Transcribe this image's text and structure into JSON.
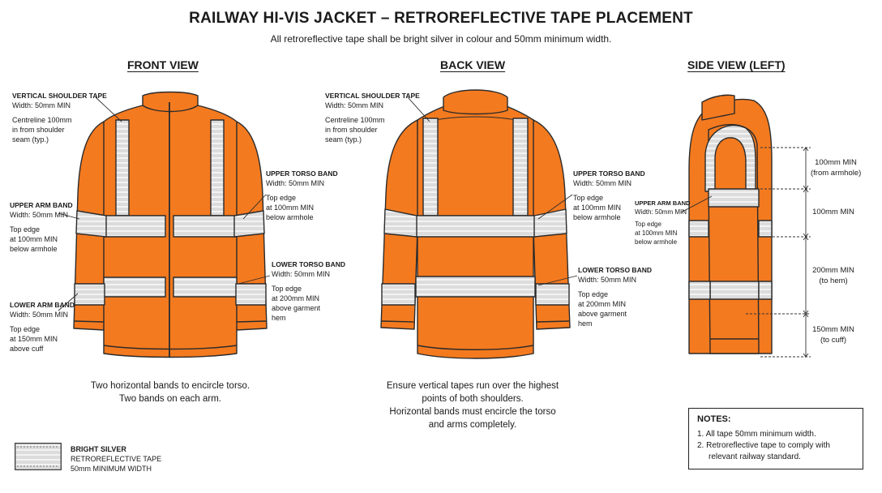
{
  "header": {
    "title": "RAILWAY HI-VIS JACKET – RETROREFLECTIVE TAPE PLACEMENT",
    "subtitle": "All retroreflective tape shall be bright silver in colour and 50mm minimum width."
  },
  "colors": {
    "jacket": "#f47a1f",
    "jacket_shade": "#d9621a",
    "outline": "#2b2b2b",
    "tape": "#d9d9d9",
    "tape_stripe": "#f2f2f2"
  },
  "views": {
    "front": {
      "title": "FRONT VIEW",
      "labels": {
        "shoulder": {
          "heading": "VERTICAL SHOULDER TAPE",
          "line1": "Width: 50mm MIN",
          "line2": "Centreline 100mm",
          "line3": "in from shoulder",
          "line4": "seam (typ.)"
        },
        "upper_arm": {
          "heading": "UPPER ARM BAND",
          "line1": "Width: 50mm MIN",
          "line2": "Top edge",
          "line3": "at 100mm MIN",
          "line4": "below armhole"
        },
        "lower_arm": {
          "heading": "LOWER ARM BAND",
          "line1": "Width: 50mm MIN",
          "line2": "Top edge",
          "line3": "at 150mm MIN",
          "line4": "above cuff"
        },
        "upper_torso": {
          "heading": "UPPER TORSO BAND",
          "line1": "Width: 50mm MIN",
          "line2": "Top edge",
          "line3": "at 100mm MIN",
          "line4": "below armhole"
        },
        "lower_torso": {
          "heading": "LOWER TORSO BAND",
          "line1": "Width: 50mm MIN",
          "line2": "Top edge",
          "line3": "at 200mm MIN",
          "line4": "above garment",
          "line5": "hem"
        }
      },
      "caption": {
        "line1": "Two horizontal bands to encircle torso.",
        "line2": "Two bands on each arm."
      }
    },
    "back": {
      "title": "BACK VIEW",
      "labels": {
        "shoulder": {
          "heading": "VERTICAL SHOULDER TAPE",
          "line1": "Width: 50mm MIN",
          "line2": "Centreline 100mm",
          "line3": "in from shoulder",
          "line4": "seam (typ.)"
        },
        "upper_torso": {
          "heading": "UPPER TORSO BAND",
          "line1": "Width: 50mm MIN",
          "line2": "Top edge",
          "line3": "at 100mm MIN",
          "line4": "below armhole"
        },
        "lower_torso": {
          "heading": "LOWER TORSO BAND",
          "line1": "Width: 50mm MIN",
          "line2": "Top edge",
          "line3": "at 200mm MIN",
          "line4": "above garment",
          "line5": "hem"
        }
      },
      "caption": {
        "line1": "Ensure vertical tapes run over the highest",
        "line2": "points of both shoulders.",
        "line3": "Horizontal bands must encircle the torso",
        "line4": "and arms completely."
      }
    },
    "side": {
      "title": "SIDE VIEW (LEFT)",
      "labels": {
        "upper_arm": {
          "heading": "UPPER ARM BAND",
          "line1": "Width: 50mm MIN",
          "line2": "Top edge",
          "line3": "at 100mm MIN",
          "line4": "below armhole"
        }
      },
      "measurements": [
        {
          "line1": "100mm MIN",
          "line2": "(from armhole)"
        },
        {
          "line1": "100mm MIN",
          "line2": ""
        },
        {
          "line1": "200mm MIN",
          "line2": "(to hem)"
        },
        {
          "line1": "150mm MIN",
          "line2": "(to cuff)"
        }
      ]
    }
  },
  "notes": {
    "heading": "NOTES:",
    "items": [
      "1.  All tape 50mm minimum width.",
      "2.  Retroreflective tape to comply with relevant railway standard."
    ]
  },
  "legend": {
    "line1": "BRIGHT SILVER",
    "line2": "RETROREFLECTIVE TAPE",
    "line3": "50mm MINIMUM WIDTH"
  }
}
